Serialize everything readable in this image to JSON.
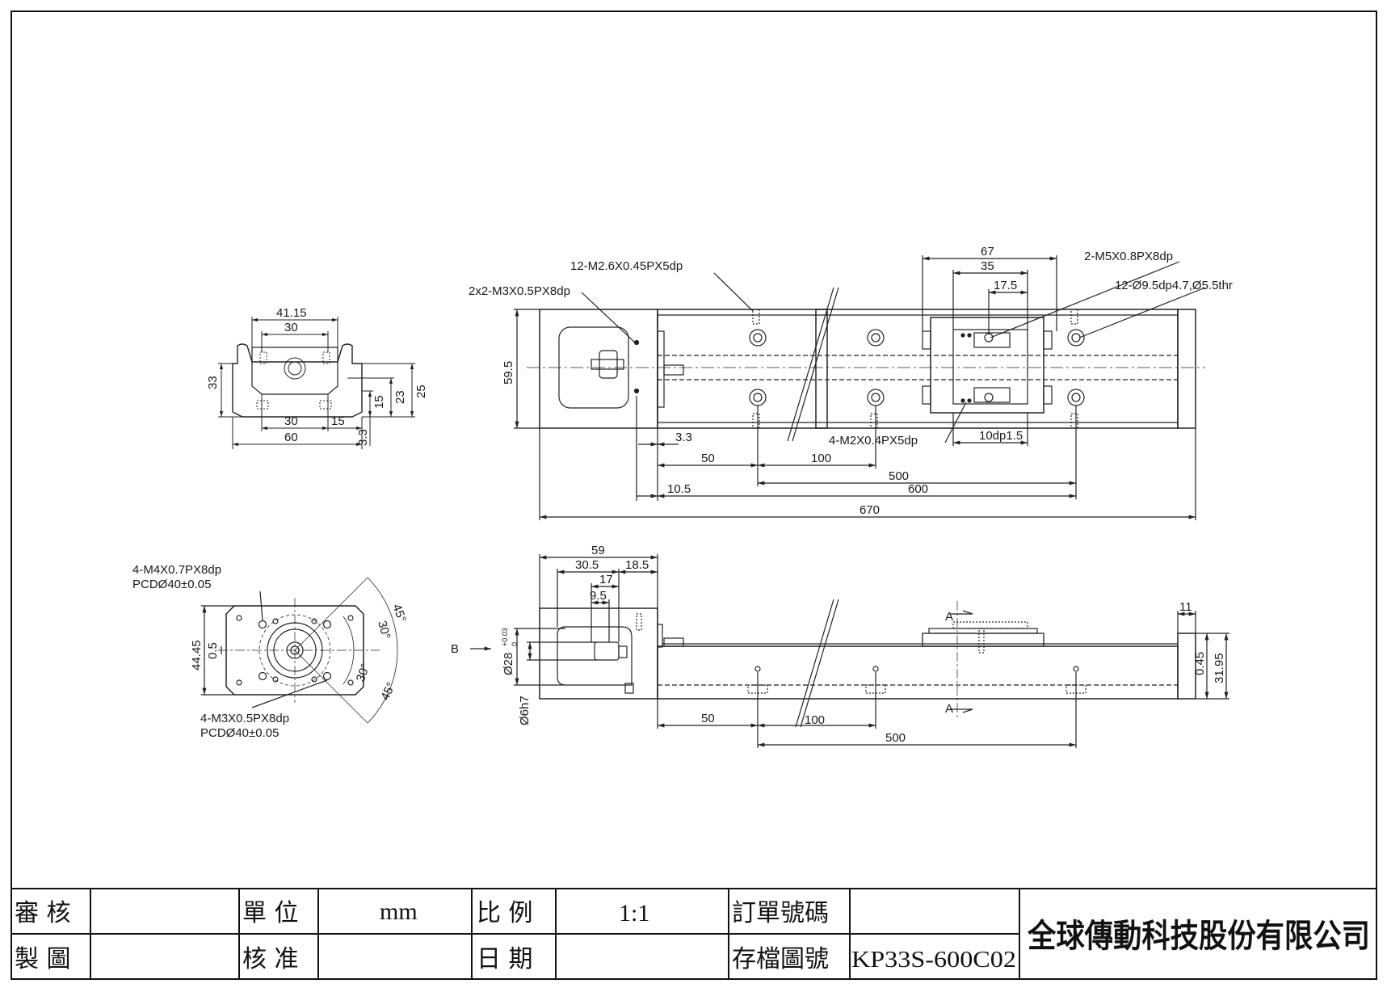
{
  "top_view": {
    "notes": {
      "hole_top": "12-M2.6X0.45PX5dp",
      "motor_holes": "2x2-M3X0.5PX8dp",
      "carriage_tap": "2-M5X0.8PX8dp",
      "counterbore": "12-Ø9.5dp4.7,Ø5.5thr",
      "carriage_small": "4-M2X0.4PX5dp",
      "depth": "10dp1.5"
    },
    "dims": {
      "d67": "67",
      "d35": "35",
      "d17_5": "17.5",
      "h59_5": "59.5",
      "d3_3": "3.3",
      "d50": "50",
      "d100": "100",
      "d500": "500",
      "d600": "600",
      "d10_5": "10.5",
      "d670": "670"
    }
  },
  "end_view": {
    "dims": {
      "d41_15": "41.15",
      "d30_top": "30",
      "h33": "33",
      "h15": "15",
      "h23": "23",
      "h25": "25",
      "d30_bot": "30",
      "d15": "15",
      "d60": "60",
      "h3_3": "3.3"
    }
  },
  "flange_view": {
    "notes": {
      "top1": "4-M4X0.7PX8dp",
      "top2": "PCDØ40±0.05",
      "bot1": "4-M3X0.5PX8dp",
      "bot2": "PCDØ40±0.05"
    },
    "dims": {
      "h44_45": "44.45",
      "h0_5": "0.5",
      "a45_top": "45°",
      "a30_top": "30°",
      "a30_bot": "30°",
      "a45_bot": "45°"
    }
  },
  "side_view": {
    "labels": {
      "B": "B",
      "A_top": "A",
      "A_bot": "A"
    },
    "dims": {
      "d59": "59",
      "d30_5": "30.5",
      "d18_5": "18.5",
      "d17": "17",
      "d9_5": "9.5",
      "shaft28": "Ø28",
      "tol_up": "+0.03",
      "tol_low": "0",
      "shaft6": "Ø6h7",
      "d11": "11",
      "h0_45": "0.45",
      "h31_95": "31.95",
      "d50": "50",
      "d100": "100",
      "d500": "500"
    }
  },
  "title_block": {
    "review": "審 核",
    "drawn": "製 圖",
    "unit_label": "單 位",
    "unit_value": "mm",
    "approve": "核 准",
    "scale_label": "比 例",
    "scale_value": "1:1",
    "date_label": "日 期",
    "order_label": "訂單號碼",
    "file_label": "存檔圖號",
    "file_value": "KP33S-600C02",
    "company": "全球傳動科技股份有限公司"
  }
}
